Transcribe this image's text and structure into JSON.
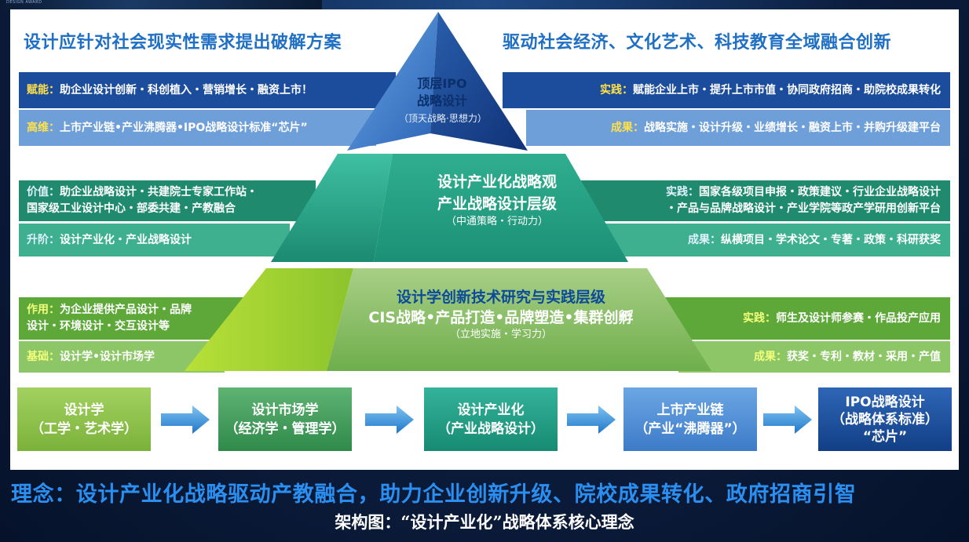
{
  "headline_left": "设计应针对社会现实性需求提出破解方案",
  "headline_right": "驱动社会经济、文化艺术、科技教育全域融合创新",
  "tier1": {
    "title_line1": "顶层IPO",
    "title_line2": "战略设计",
    "sub": "（顶天战略·思想力）",
    "left_band1_label": "赋能：",
    "left_band1_text": "助企业设计创新・科创植入・营销增长・融资上市！",
    "left_band2_label": "高维：",
    "left_band2_text": "上市产业链•产业沸腾器•IPO战略设计标准“芯片”",
    "right_band1_label": "实践：",
    "right_band1_text": "赋能企业上市・提升上市市值・协同政府招商・助院校成果转化",
    "right_band2_label": "成果：",
    "right_band2_text": "战略实施・设计升级・业绩增长・融资上市・并购升级建平台"
  },
  "tier2": {
    "title_line1": "设计产业化战略观",
    "title_line2": "产业战略设计层级",
    "sub": "（中通策略・行动力）",
    "left_band1_label": "价值：",
    "left_band1_text1": "助企业战略设计・共建院士专家工作站・",
    "left_band1_text2": "国家级工业设计中心・部委共建・产教融合",
    "left_band2_label": "升阶：",
    "left_band2_text": "设计产业化・产业战略设计",
    "right_band1_label": "实践：",
    "right_band1_text1": "国家各级项目申报・政策建议・行业企业战略设计",
    "right_band1_text2": "・产品与品牌战略设计・产业学院等政产学研用创新平台",
    "right_band2_label": "成果：",
    "right_band2_text": "纵横项目・学术论文・专著・政策・科研获奖"
  },
  "tier3": {
    "title_line1": "设计学创新技术研究与实践层级",
    "title_line2": "CIS战略•产品打造•品牌塑造•集群创孵",
    "sub": "（立地实施・学习力）",
    "left_band1_label": "作用：",
    "left_band1_text1": "为企业提供产品设计・品牌",
    "left_band1_text2": "设计・环境设计・交互设计等",
    "left_band2_label": "基础：",
    "left_band2_text": "设计学•设计市场学",
    "right_band1_label": "实践：",
    "right_band1_text": "师生及设计师参赛・作品投产应用",
    "right_band2_label": "成果：",
    "right_band2_text": "获奖・专利・教材・采用・产值"
  },
  "flow": [
    {
      "line1": "设计学",
      "line2": "（工学・艺术学）",
      "line3": ""
    },
    {
      "line1": "设计市场学",
      "line2": "（经济学・管理学）",
      "line3": ""
    },
    {
      "line1": "设计产业化",
      "line2": "（产业战略设计）",
      "line3": ""
    },
    {
      "line1": "上市产业链",
      "line2": "（产业“沸腾器”）",
      "line3": ""
    },
    {
      "line1": "IPO战略设计",
      "line2": "（战略体系标准）",
      "line3": "“芯片”"
    }
  ],
  "slogan": "理念：设计产业化战略驱动产教融合，助力企业创新升级、院校成果转化、政府招商引智",
  "caption": "架构图：“设计产业化”战略体系核心理念",
  "deco_text": "DESIGN AWARD",
  "colors": {
    "tier1_band_dark": "#1c4d9c",
    "tier1_band_light": "#6f9fd8",
    "tier2_band_dark": "#1f8a6e",
    "tier2_band_light": "#3eb08f",
    "tier3_band_dark": "#5ea83a",
    "tier3_band_light": "#8cc666",
    "slogan": "#2a8ff0"
  }
}
